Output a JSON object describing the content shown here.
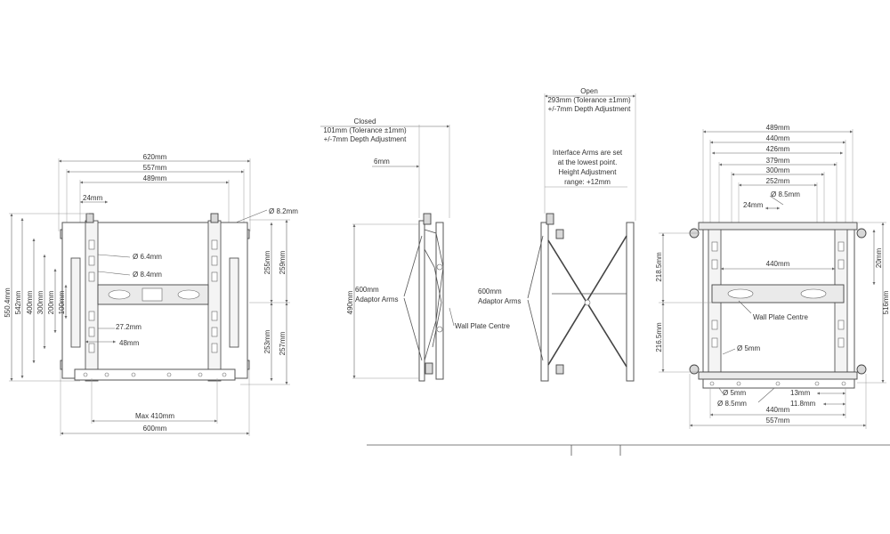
{
  "front_view": {
    "width_620": "620mm",
    "width_557": "557mm",
    "width_489": "489mm",
    "dim_24": "24mm",
    "hole_82": "Ø 8.2mm",
    "hole_64": "Ø 6.4mm",
    "hole_84": "Ø 8.4mm",
    "dim_272": "27.2mm",
    "dim_48": "48mm",
    "height_5504": "550.4mm",
    "height_542": "542mm",
    "height_400": "400mm",
    "height_300": "300mm",
    "height_200": "200mm",
    "height_100": "100mm",
    "dim_255": "255mm",
    "dim_259": "259mm",
    "dim_253": "253mm",
    "dim_257": "257mm",
    "max_410": "Max 410mm",
    "width_600": "600mm"
  },
  "closed_view": {
    "title": "Closed",
    "tolerance": "101mm (Tolerance ±1mm)",
    "depth_adjust": "+/-7mm Depth Adjustment",
    "dim_6": "6mm",
    "height_490": "490mm",
    "arms_line1": "600mm",
    "arms_line2": "Adaptor Arms",
    "wall_plate": "Wall Plate Centre"
  },
  "open_view": {
    "title": "Open",
    "tolerance": "293mm (Tolerance ±1mm)",
    "depth_adjust": "+/-7mm Depth Adjustment",
    "note_line1": "Interface Arms are set",
    "note_line2": "at the lowest point.",
    "note_line3": "Height Adjustment",
    "note_line4": "range: +12mm",
    "arms_line1": "600mm",
    "arms_line2": "Adaptor Arms"
  },
  "wall_plate_view": {
    "width_489": "489mm",
    "width_440_top": "440mm",
    "width_426": "426mm",
    "width_379": "379mm",
    "width_300": "300mm",
    "width_252": "252mm",
    "hole_85_top": "Ø 8.5mm",
    "dim_24": "24mm",
    "height_20": "20mm",
    "height_2185": "218.5mm",
    "height_2165": "216.5mm",
    "height_516": "516mm",
    "width_440_mid": "440mm",
    "wall_plate": "Wall Plate Centre",
    "hole_5_mid": "Ø 5mm",
    "hole_5_bottom": "Ø 5mm",
    "hole_85_bottom": "Ø 8.5mm",
    "dim_13": "13mm",
    "dim_118": "11.8mm",
    "width_440_bottom": "440mm",
    "width_557": "557mm"
  }
}
